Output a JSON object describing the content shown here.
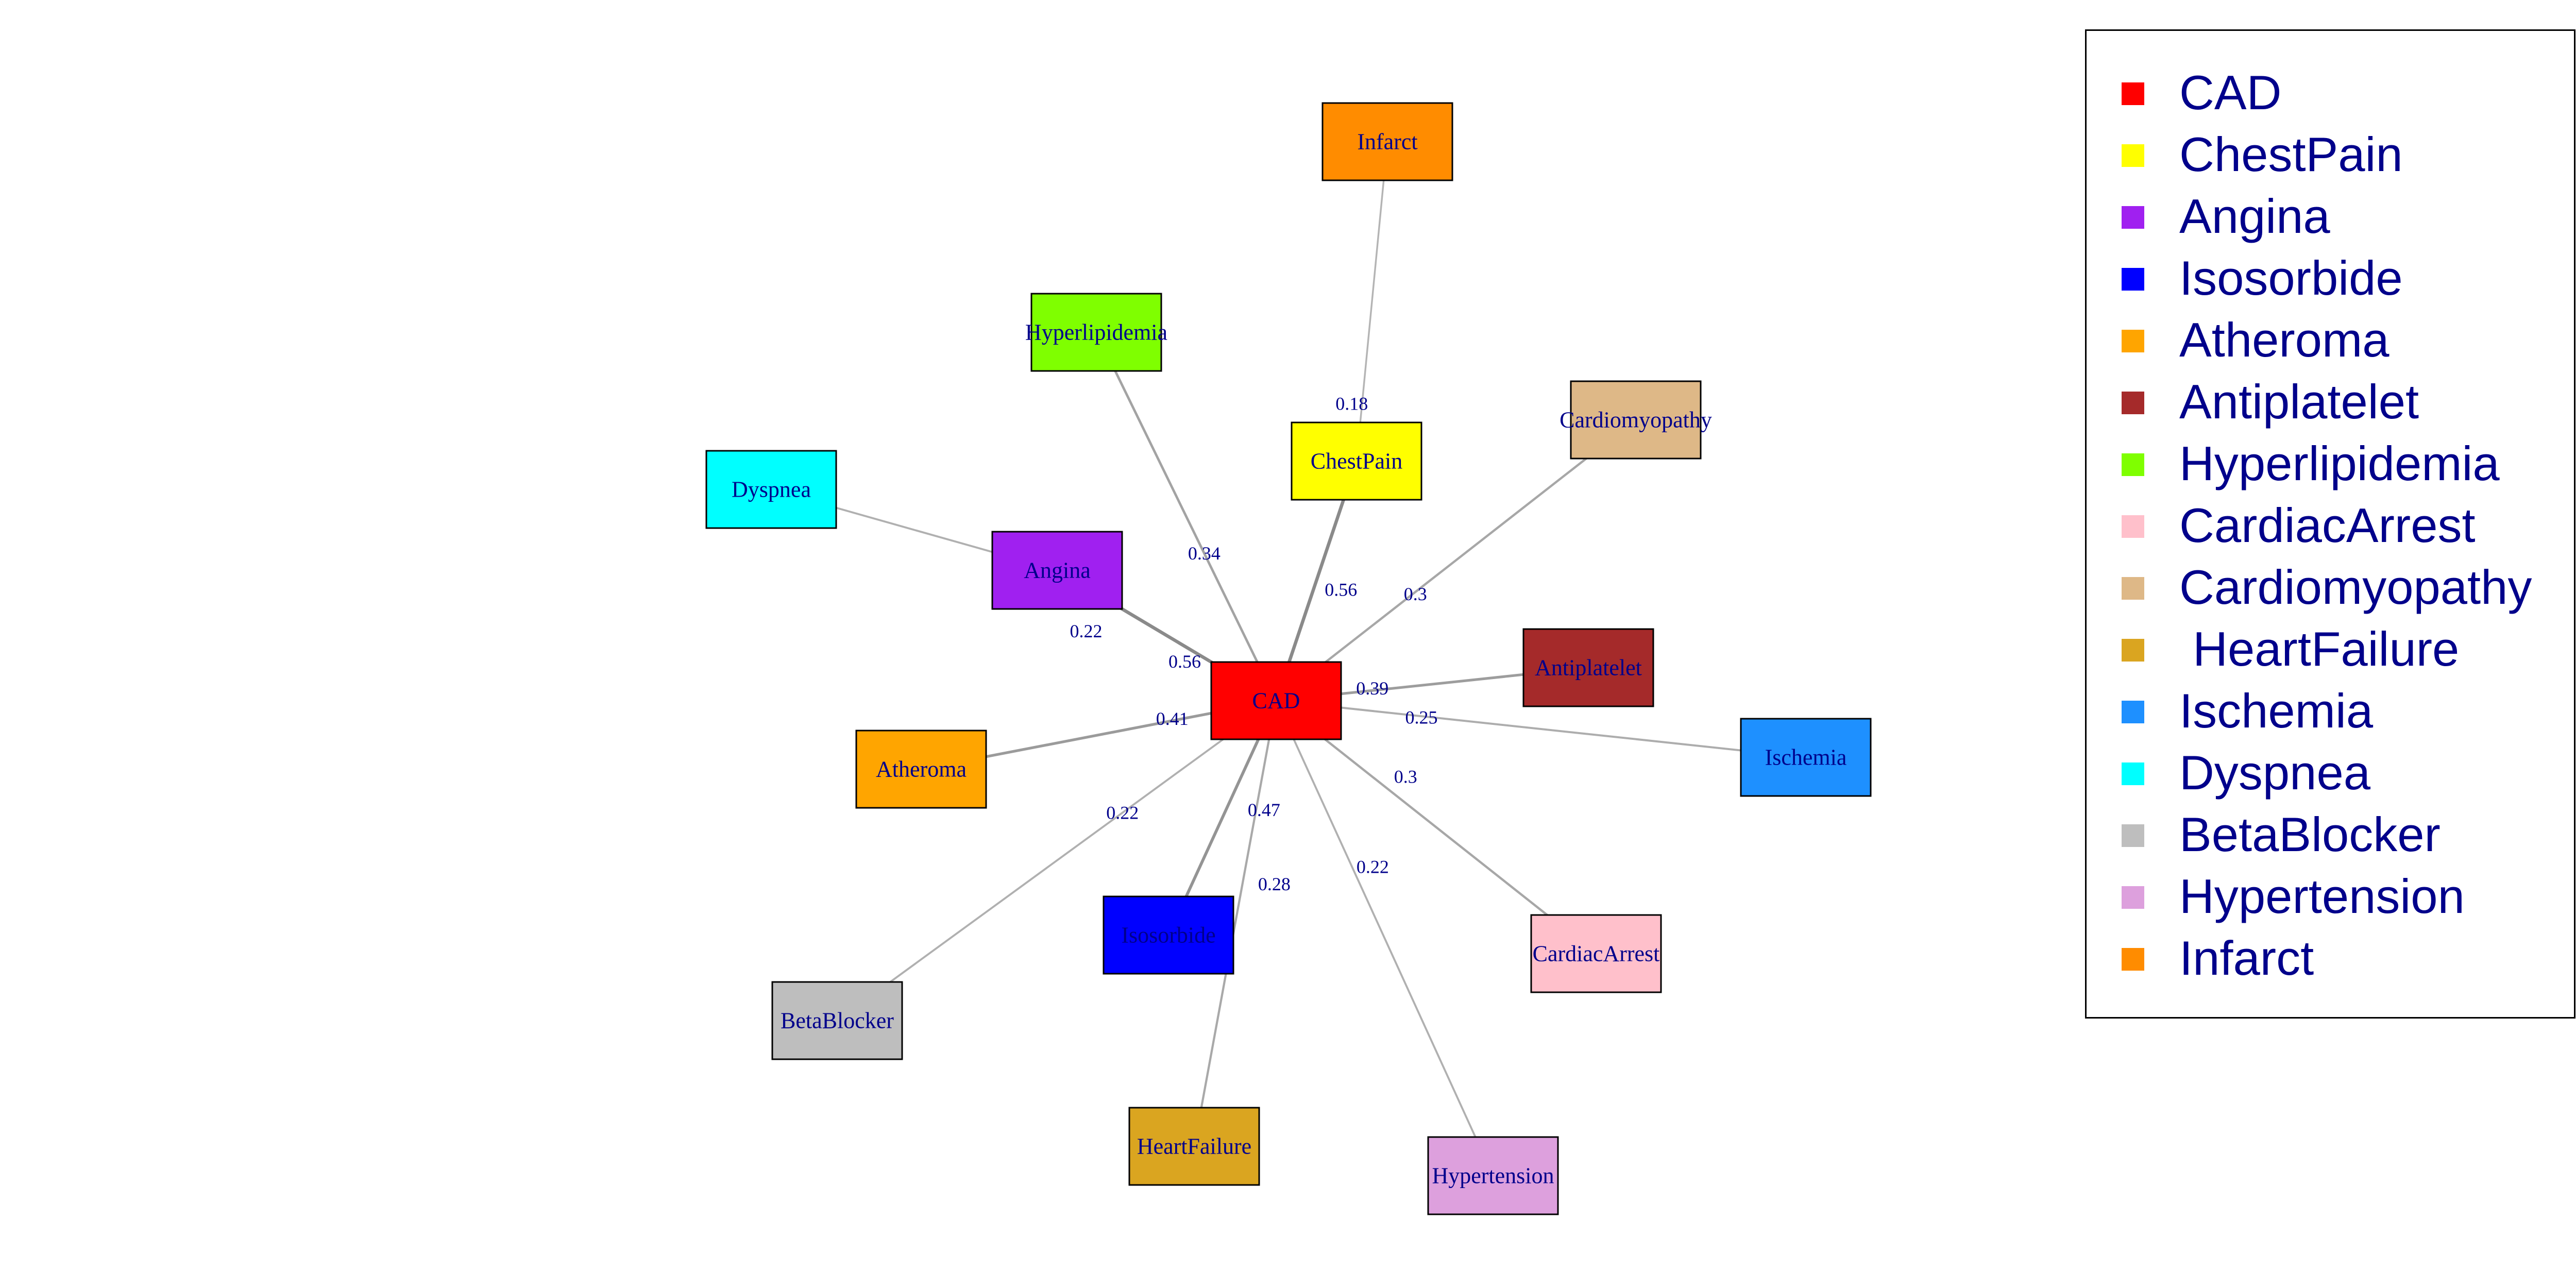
{
  "graph": {
    "center": "CAD",
    "nodes": [
      {
        "id": "CAD",
        "label": "CAD",
        "color": "#ff0000"
      },
      {
        "id": "ChestPain",
        "label": "ChestPain",
        "color": "#ffff00"
      },
      {
        "id": "Angina",
        "label": "Angina",
        "color": "#a020f0"
      },
      {
        "id": "Isosorbide",
        "label": "Isosorbide",
        "color": "#0000ff"
      },
      {
        "id": "Atheroma",
        "label": "Atheroma",
        "color": "#ffa500"
      },
      {
        "id": "Antiplatelet",
        "label": "Antiplatelet",
        "color": "#a52a2a"
      },
      {
        "id": "Hyperlipidemia",
        "label": "Hyperlipidemia",
        "color": "#7fff00"
      },
      {
        "id": "CardiacArrest",
        "label": "CardiacArrest",
        "color": "#ffc0cb"
      },
      {
        "id": "Cardiomyopathy",
        "label": "Cardiomyopathy",
        "color": "#deb887"
      },
      {
        "id": "HeartFailure",
        "label": "HeartFailure",
        "color": "#daa520"
      },
      {
        "id": "Ischemia",
        "label": "Ischemia",
        "color": "#1e90ff"
      },
      {
        "id": "Dyspnea",
        "label": "Dyspnea",
        "color": "#00ffff"
      },
      {
        "id": "BetaBlocker",
        "label": "BetaBlocker",
        "color": "#bebebe"
      },
      {
        "id": "Hypertension",
        "label": "Hypertension",
        "color": "#dda0dd"
      },
      {
        "id": "Infarct",
        "label": "Infarct",
        "color": "#ff8c00"
      }
    ],
    "edges": [
      {
        "from": "CAD",
        "to": "Hyperlipidemia",
        "weight": "0.34"
      },
      {
        "from": "CAD",
        "to": "ChestPain",
        "weight": "0.56"
      },
      {
        "from": "ChestPain",
        "to": "Infarct",
        "weight": "0.18"
      },
      {
        "from": "CAD",
        "to": "Cardiomyopathy",
        "weight": "0.3"
      },
      {
        "from": "CAD",
        "to": "Angina",
        "weight": "0.56"
      },
      {
        "from": "Angina",
        "to": "Dyspnea",
        "weight": "0.22"
      },
      {
        "from": "CAD",
        "to": "Antiplatelet",
        "weight": "0.39"
      },
      {
        "from": "CAD",
        "to": "Ischemia",
        "weight": "0.25"
      },
      {
        "from": "CAD",
        "to": "Atheroma",
        "weight": "0.41"
      },
      {
        "from": "CAD",
        "to": "BetaBlocker",
        "weight": "0.22"
      },
      {
        "from": "CAD",
        "to": "Isosorbide",
        "weight": "0.47"
      },
      {
        "from": "CAD",
        "to": "HeartFailure",
        "weight": "0.28"
      },
      {
        "from": "CAD",
        "to": "Hypertension",
        "weight": "0.22"
      },
      {
        "from": "CAD",
        "to": "CardiacArrest",
        "weight": "0.3"
      }
    ]
  },
  "legend": {
    "items": [
      {
        "label": "CAD",
        "color": "#ff0000"
      },
      {
        "label": "ChestPain",
        "color": "#ffff00"
      },
      {
        "label": "Angina",
        "color": "#a020f0"
      },
      {
        "label": "Isosorbide",
        "color": "#0000ff"
      },
      {
        "label": "Atheroma",
        "color": "#ffa500"
      },
      {
        "label": "Antiplatelet",
        "color": "#a52a2a"
      },
      {
        "label": "Hyperlipidemia",
        "color": "#7fff00"
      },
      {
        "label": "CardiacArrest",
        "color": "#ffc0cb"
      },
      {
        "label": "Cardiomyopathy",
        "color": "#deb887"
      },
      {
        "label": " HeartFailure",
        "color": "#daa520"
      },
      {
        "label": "Ischemia",
        "color": "#1e90ff"
      },
      {
        "label": "Dyspnea",
        "color": "#00ffff"
      },
      {
        "label": "BetaBlocker",
        "color": "#bebebe"
      },
      {
        "label": "Hypertension",
        "color": "#dda0dd"
      },
      {
        "label": "Infarct",
        "color": "#ff8c00"
      }
    ]
  }
}
